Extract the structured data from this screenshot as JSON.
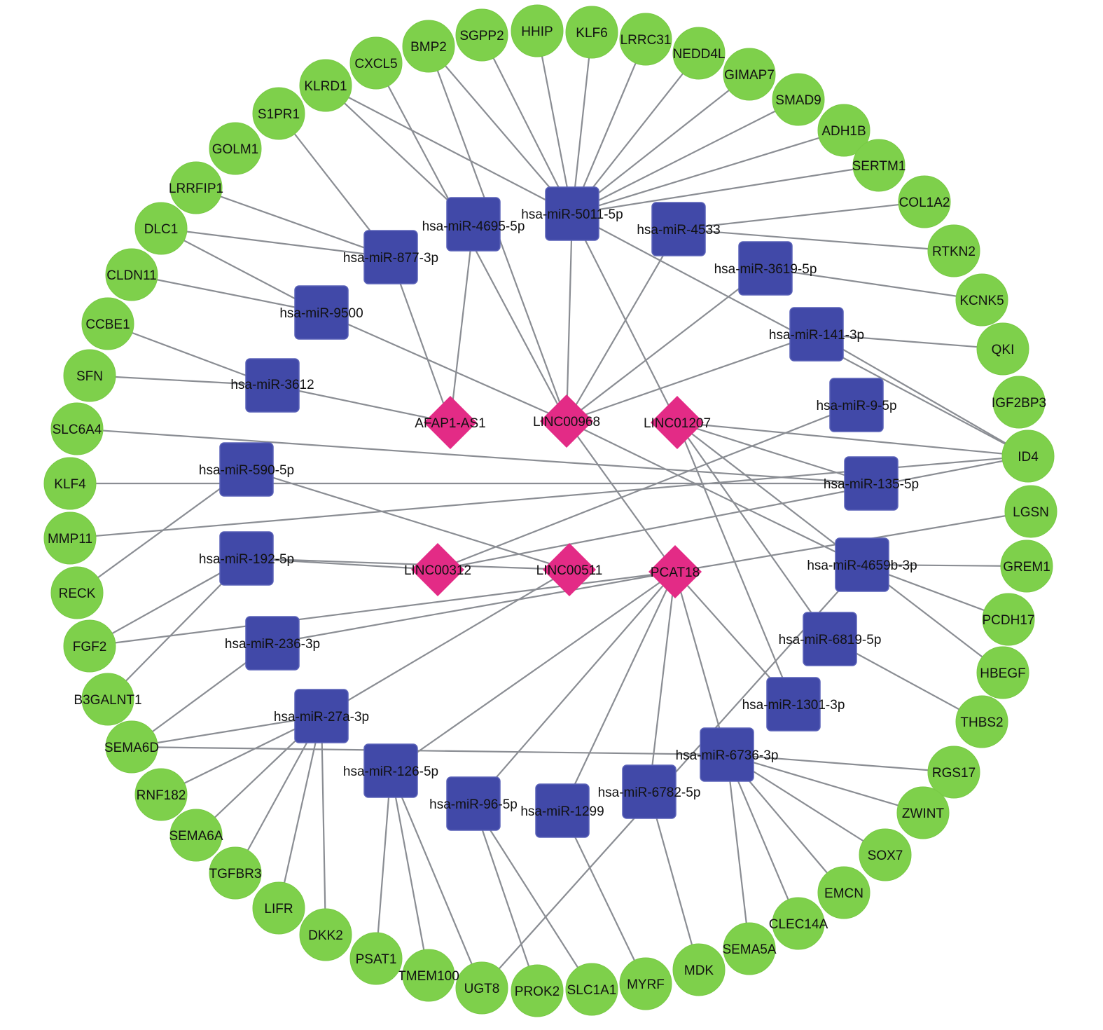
{
  "genes": [
    "BMP2",
    "SGPP2",
    "HHIP",
    "KLF6",
    "LRRC31",
    "NEDD4L",
    "GIMAP7",
    "SMAD9",
    "ADH1B",
    "SERTM1",
    "COL1A2",
    "RTKN2",
    "KCNK5",
    "QKI",
    "IGF2BP3",
    "ID4",
    "LGSN",
    "GREM1",
    "PCDH17",
    "HBEGF",
    "THBS2",
    "RGS17",
    "ZWINT",
    "SOX7",
    "EMCN",
    "CLEC14A",
    "SEMA5A",
    "MDK",
    "MYRF",
    "SLC1A1",
    "PROK2",
    "UGT8",
    "TMEM100",
    "PSAT1",
    "DKK2",
    "LIFR",
    "TGFBR3",
    "SEMA6A",
    "RNF182",
    "SEMA6D",
    "B3GALNT1",
    "FGF2",
    "RECK",
    "MMP11",
    "KLF4",
    "SLC6A4",
    "SFN",
    "CCBE1",
    "CLDN11",
    "DLC1",
    "LRRFIP1",
    "GOLM1",
    "S1PR1",
    "KLRD1",
    "CXCL5"
  ],
  "mirnas": [
    "hsa-miR-5011-5p",
    "hsa-miR-4695-5p",
    "hsa-miR-4533",
    "hsa-miR-877-3p",
    "hsa-miR-3619-5p",
    "hsa-miR-9500",
    "hsa-miR-141-3p",
    "hsa-miR-3612",
    "hsa-miR-9-5p",
    "hsa-miR-590-5p",
    "hsa-miR-135-5p",
    "hsa-miR-192-5p",
    "hsa-miR-4659b-3p",
    "hsa-miR-236-3p",
    "hsa-miR-6819-5p",
    "hsa-miR-1301-3p",
    "hsa-miR-27a-3p",
    "hsa-miR-6736-3p",
    "hsa-miR-126-5p",
    "hsa-miR-6782-5p",
    "hsa-miR-96-5p",
    "hsa-miR-1299"
  ],
  "lncrnas": [
    "AFAP1-AS1",
    "LINC00968",
    "LINC01207",
    "LINC00312",
    "LINC00511",
    "PCAT18"
  ],
  "edges": [
    [
      "hsa-miR-5011-5p",
      "HHIP"
    ],
    [
      "hsa-miR-5011-5p",
      "KLF6"
    ],
    [
      "hsa-miR-5011-5p",
      "LRRC31"
    ],
    [
      "hsa-miR-5011-5p",
      "NEDD4L"
    ],
    [
      "hsa-miR-5011-5p",
      "GIMAP7"
    ],
    [
      "hsa-miR-5011-5p",
      "SMAD9"
    ],
    [
      "hsa-miR-5011-5p",
      "ADH1B"
    ],
    [
      "hsa-miR-5011-5p",
      "SERTM1"
    ],
    [
      "hsa-miR-5011-5p",
      "BMP2"
    ],
    [
      "hsa-miR-5011-5p",
      "KLRD1"
    ],
    [
      "hsa-miR-5011-5p",
      "ID4"
    ],
    [
      "hsa-miR-5011-5p",
      "LINC00968"
    ],
    [
      "hsa-miR-4533",
      "COL1A2"
    ],
    [
      "hsa-miR-4533",
      "RTKN2"
    ],
    [
      "hsa-miR-4533",
      "LINC00968"
    ],
    [
      "hsa-miR-3619-5p",
      "KCNK5"
    ],
    [
      "hsa-miR-3619-5p",
      "LINC00968"
    ],
    [
      "hsa-miR-141-3p",
      "QKI"
    ],
    [
      "hsa-miR-141-3p",
      "ID4"
    ],
    [
      "hsa-miR-141-3p",
      "LINC00968"
    ],
    [
      "hsa-miR-4695-5p",
      "KLRD1"
    ],
    [
      "hsa-miR-4695-5p",
      "AFAP1-AS1"
    ],
    [
      "hsa-miR-877-3p",
      "LRRFIP1"
    ],
    [
      "hsa-miR-877-3p",
      "DLC1"
    ],
    [
      "hsa-miR-877-3p",
      "S1PR1"
    ],
    [
      "hsa-miR-877-3p",
      "AFAP1-AS1"
    ],
    [
      "hsa-miR-9500",
      "CLDN11"
    ],
    [
      "hsa-miR-9500",
      "DLC1"
    ],
    [
      "hsa-miR-9500",
      "LINC00968"
    ],
    [
      "hsa-miR-3612",
      "CCBE1"
    ],
    [
      "hsa-miR-3612",
      "SFN"
    ],
    [
      "hsa-miR-3612",
      "AFAP1-AS1"
    ],
    [
      "hsa-miR-9-5p",
      "LINC00312"
    ],
    [
      "hsa-miR-590-5p",
      "RECK"
    ],
    [
      "hsa-miR-590-5p",
      "LINC00511"
    ],
    [
      "hsa-miR-135-5p",
      "KLF4"
    ],
    [
      "hsa-miR-135-5p",
      "SLC6A4"
    ],
    [
      "hsa-miR-135-5p",
      "LINC01207"
    ],
    [
      "hsa-miR-192-5p",
      "B3GALNT1"
    ],
    [
      "hsa-miR-192-5p",
      "FGF2"
    ],
    [
      "hsa-miR-192-5p",
      "LINC00511"
    ],
    [
      "hsa-miR-4659b-3p",
      "GREM1"
    ],
    [
      "hsa-miR-4659b-3p",
      "PCDH17"
    ],
    [
      "hsa-miR-4659b-3p",
      "HBEGF"
    ],
    [
      "hsa-miR-4659b-3p",
      "LINC00968"
    ],
    [
      "hsa-miR-4659b-3p",
      "LINC01207"
    ],
    [
      "hsa-miR-236-3p",
      "SEMA6D"
    ],
    [
      "hsa-miR-236-3p",
      "PCAT18"
    ],
    [
      "hsa-miR-6819-5p",
      "THBS2"
    ],
    [
      "hsa-miR-6819-5p",
      "LINC01207"
    ],
    [
      "hsa-miR-1301-3p",
      "LINC01207"
    ],
    [
      "hsa-miR-1301-3p",
      "PCAT18"
    ],
    [
      "hsa-miR-27a-3p",
      "SEMA6D"
    ],
    [
      "hsa-miR-27a-3p",
      "RNF182"
    ],
    [
      "hsa-miR-27a-3p",
      "SEMA6A"
    ],
    [
      "hsa-miR-27a-3p",
      "TGFBR3"
    ],
    [
      "hsa-miR-27a-3p",
      "LIFR"
    ],
    [
      "hsa-miR-27a-3p",
      "DKK2"
    ],
    [
      "hsa-miR-27a-3p",
      "LINC00511"
    ],
    [
      "hsa-miR-6736-3p",
      "RGS17"
    ],
    [
      "hsa-miR-6736-3p",
      "ZWINT"
    ],
    [
      "hsa-miR-6736-3p",
      "SOX7"
    ],
    [
      "hsa-miR-6736-3p",
      "EMCN"
    ],
    [
      "hsa-miR-6736-3p",
      "CLEC14A"
    ],
    [
      "hsa-miR-6736-3p",
      "SEMA5A"
    ],
    [
      "hsa-miR-6736-3p",
      "SEMA6D"
    ],
    [
      "hsa-miR-6736-3p",
      "PCAT18"
    ],
    [
      "hsa-miR-126-5p",
      "PSAT1"
    ],
    [
      "hsa-miR-126-5p",
      "TMEM100"
    ],
    [
      "hsa-miR-126-5p",
      "UGT8"
    ],
    [
      "hsa-miR-126-5p",
      "PCAT18"
    ],
    [
      "hsa-miR-6782-5p",
      "MDK"
    ],
    [
      "hsa-miR-6782-5p",
      "PCAT18"
    ],
    [
      "hsa-miR-96-5p",
      "PROK2"
    ],
    [
      "hsa-miR-96-5p",
      "SLC1A1"
    ],
    [
      "hsa-miR-96-5p",
      "PCAT18"
    ],
    [
      "hsa-miR-1299",
      "MYRF"
    ],
    [
      "hsa-miR-1299",
      "PCAT18"
    ],
    [
      "LINC00968",
      "BMP2"
    ],
    [
      "LINC00968",
      "CXCL5"
    ],
    [
      "LINC00968",
      "PCAT18"
    ],
    [
      "LINC01207",
      "ID4"
    ],
    [
      "LINC01207",
      "SGPP2"
    ],
    [
      "LINC00312",
      "ID4"
    ],
    [
      "LINC00312",
      "hsa-miR-192-5p"
    ],
    [
      "PCAT18",
      "LGSN"
    ],
    [
      "PCAT18",
      "FGF2"
    ],
    [
      "MMP11",
      "ID4"
    ],
    [
      "UGT8",
      "hsa-miR-4659b-3p"
    ]
  ],
  "colors": {
    "gene": "#7ed04b",
    "mirna": "#4149a8",
    "lncrna": "#e32b86",
    "edge": "#8a8d93"
  }
}
